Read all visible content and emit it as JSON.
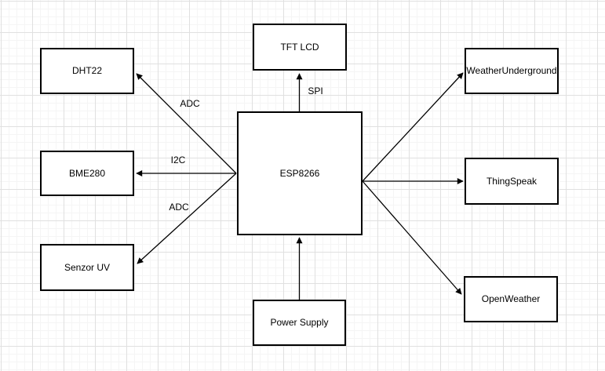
{
  "diagram_type": "block-diagram",
  "colors": {
    "background": "#ffffff",
    "grid_minor": "#f5f5f5",
    "grid_major": "#e0e0e0",
    "shape_border": "#000000",
    "shape_fill": "#ffffff",
    "edge_line": "#000000",
    "text": "#000000"
  },
  "nodes": [
    {
      "id": "tft-lcd",
      "label": "TFT LCD"
    },
    {
      "id": "dht22",
      "label": "DHT22"
    },
    {
      "id": "bme280",
      "label": "BME280"
    },
    {
      "id": "senzor-uv",
      "label": "Senzor UV"
    },
    {
      "id": "esp8266",
      "label": "ESP8266"
    },
    {
      "id": "power-supply",
      "label": "Power Supply"
    },
    {
      "id": "weatherunderground",
      "label": "WeatherUnderground"
    },
    {
      "id": "thingspeak",
      "label": "ThingSpeak"
    },
    {
      "id": "openweather",
      "label": "OpenWeather"
    }
  ],
  "edges": [
    {
      "from": "ESP8266",
      "to": "DHT22",
      "label": "ADC"
    },
    {
      "from": "ESP8266",
      "to": "BME280",
      "label": "I2C"
    },
    {
      "from": "ESP8266",
      "to": "Senzor UV",
      "label": "ADC"
    },
    {
      "from": "ESP8266",
      "to": "TFT LCD",
      "label": "SPI"
    },
    {
      "from": "Power Supply",
      "to": "ESP8266",
      "label": ""
    },
    {
      "from": "ESP8266",
      "to": "WeatherUnderground",
      "label": ""
    },
    {
      "from": "ESP8266",
      "to": "ThingSpeak",
      "label": ""
    },
    {
      "from": "ESP8266",
      "to": "OpenWeather",
      "label": ""
    }
  ]
}
